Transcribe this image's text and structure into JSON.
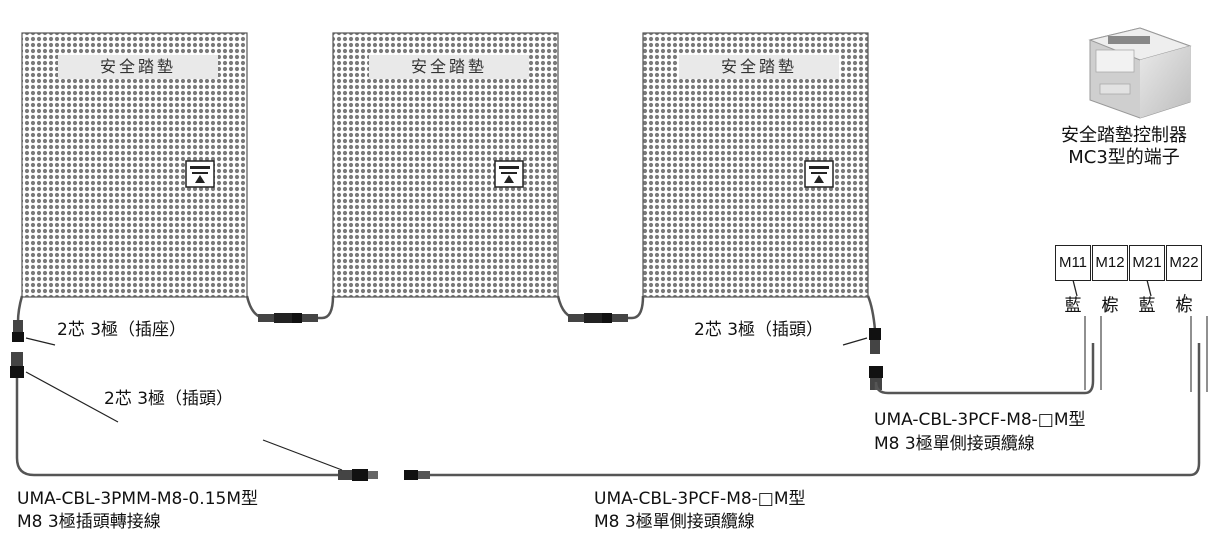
{
  "mats": [
    {
      "title": "安全踏墊"
    },
    {
      "title": "安全踏墊"
    },
    {
      "title": "安全踏墊"
    }
  ],
  "controller": {
    "caption_line1": "安全踏墊控制器",
    "caption_line2": "MC3型的端子",
    "terminals": [
      "M11",
      "M12",
      "M21",
      "M22"
    ],
    "wire_colors": [
      "藍",
      "棕",
      "藍",
      "棕"
    ]
  },
  "labels": {
    "socket_left": "2芯 3極（插座）",
    "plug_right": "2芯 3極（插頭）",
    "plug_lower": "2芯 3極（插頭）",
    "cable_right_line1": "UMA-CBL-3PCF-M8-□M型",
    "cable_right_line2": "M8 3極單側接頭纜線",
    "cable_left_line1": "UMA-CBL-3PMM-M8-0.15M型",
    "cable_left_line2": "M8 3極插頭轉接線",
    "cable_center_line1": "UMA-CBL-3PCF-M8-□M型",
    "cable_center_line2": "M8 3極單側接頭纜線"
  }
}
